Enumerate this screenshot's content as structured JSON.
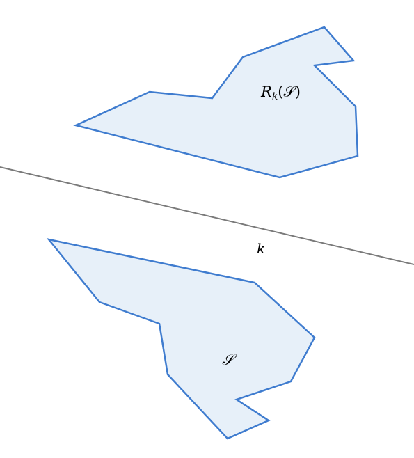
{
  "figure": {
    "line_label": "k",
    "original_label": "𝒮",
    "reflected_label": "R",
    "reflected_sub": "k",
    "reflected_arg": "(𝒮)"
  },
  "colors": {
    "shape_fill": "#e7f0f9",
    "shape_stroke": "#3f7ccf",
    "line_stroke": "#7a7a7a"
  }
}
